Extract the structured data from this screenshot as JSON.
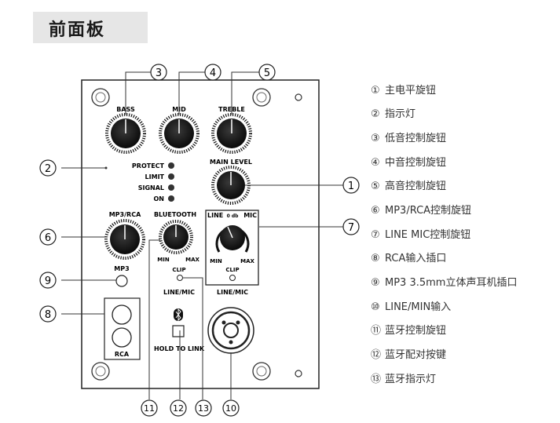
{
  "section_title": "前面板",
  "panel": {
    "labels": {
      "bass": "BASS",
      "mid": "MID",
      "treble": "TREBLE",
      "main_level": "MAIN LEVEL",
      "mp3_rca": "MP3/RCA",
      "bluetooth": "BLUETOOTH",
      "line": "LINE",
      "odb": "0 db",
      "mic": "MIC",
      "min": "MIN",
      "max": "MAX",
      "clip": "CLIP",
      "line_mic": "LINE/MIC",
      "mp3": "MP3",
      "rca": "RCA",
      "hold_to_link": "HOLD TO LINK",
      "bluetooth_symbol": "ʙ"
    },
    "leds": [
      "PROTECT",
      "LIMIT",
      "SIGNAL",
      "ON"
    ]
  },
  "callouts": {
    "c1": "①",
    "c2": "②",
    "c3": "③",
    "c4": "④",
    "c5": "⑤",
    "c6": "⑥",
    "c7": "⑦",
    "c8": "⑧",
    "c9": "⑨",
    "c10": "⑩",
    "c11": "⑪",
    "c12": "⑫",
    "c13": "⑬"
  },
  "legend": [
    {
      "num": "①",
      "text": "主电平旋钮"
    },
    {
      "num": "②",
      "text": "指示灯"
    },
    {
      "num": "③",
      "text": "低音控制旋钮"
    },
    {
      "num": "④",
      "text": "中音控制旋钮"
    },
    {
      "num": "⑤",
      "text": "高音控制旋钮"
    },
    {
      "num": "⑥",
      "text": "MP3/RCA控制旋钮"
    },
    {
      "num": "⑦",
      "text": "LINE MIC控制旋钮"
    },
    {
      "num": "⑧",
      "text": "RCA输入插口"
    },
    {
      "num": "⑨",
      "text": "MP3 3.5mm立体声耳机插口"
    },
    {
      "num": "⑩",
      "text": "LINE/MIN输入"
    },
    {
      "num": "⑪",
      "text": "蓝牙控制旋钮"
    },
    {
      "num": "⑫",
      "text": "蓝牙配对按键"
    },
    {
      "num": "⑬",
      "text": "蓝牙指示灯"
    }
  ]
}
